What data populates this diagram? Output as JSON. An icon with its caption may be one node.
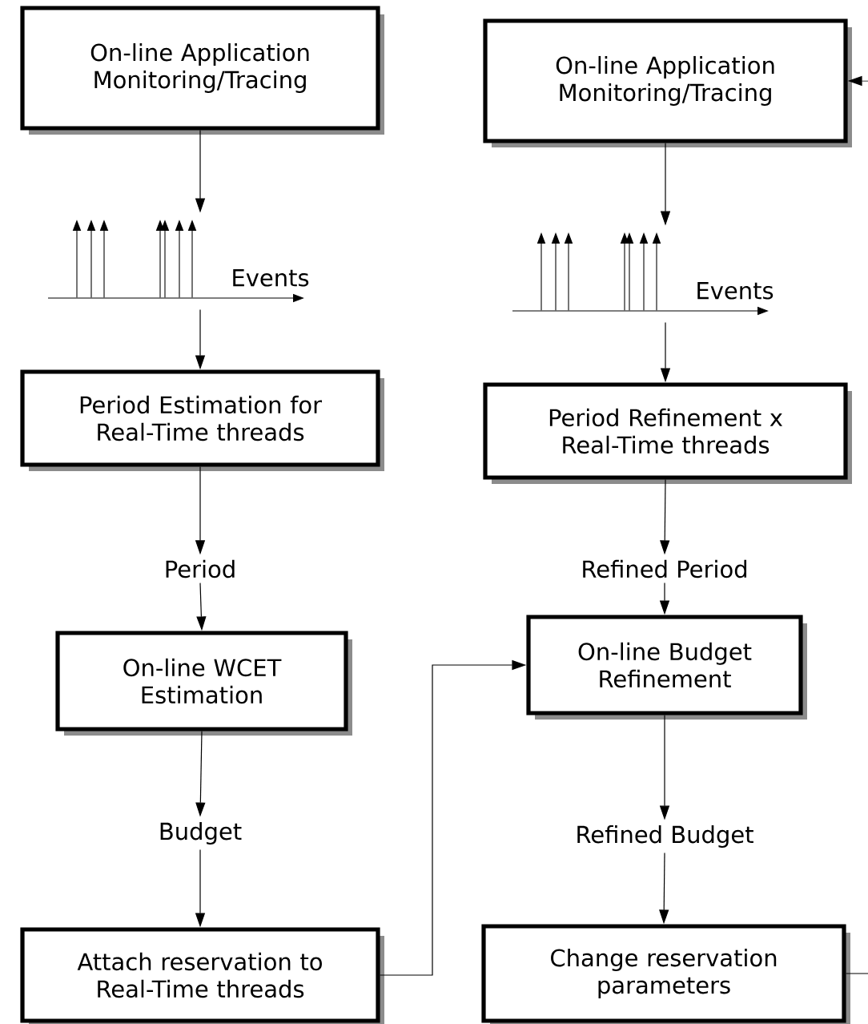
{
  "diagram": {
    "nodes": [
      {
        "text": [
          "On-line Application Monitoring/Tracing"
        ]
      },
      {
        "text": [
          "On-line Application Monitoring/Tracing"
        ]
      },
      {
        "text": [
          "Events"
        ]
      },
      {
        "text": [
          "Events"
        ]
      },
      {
        "text": [
          "Period Estimation for Real-Time threads"
        ]
      },
      {
        "text": [
          "Period Refinement x Real-Time threads"
        ]
      },
      {
        "text": [
          "Period"
        ]
      },
      {
        "text": [
          "Refined Period"
        ]
      },
      {
        "text": [
          "On-line WCET Estimation"
        ]
      },
      {
        "text": [
          "On-line Budget Refinement"
        ]
      },
      {
        "text": [
          "Budget"
        ]
      },
      {
        "text": [
          "Refined Budget"
        ]
      },
      {
        "text": [
          "Attach reservation to Real-Time threads"
        ]
      },
      {
        "text": [
          "Change reservation parameters"
        ]
      }
    ],
    "edges": [
      {
        "from": 0,
        "to": 2,
        "arrow": "to"
      },
      {
        "from": 2,
        "to": 4,
        "arrow": "to"
      },
      {
        "from": 4,
        "to": 6,
        "arrow": "to"
      },
      {
        "from": 6,
        "to": 8,
        "arrow": "to"
      },
      {
        "from": 8,
        "to": 10,
        "arrow": "to"
      },
      {
        "from": 10,
        "to": 12,
        "arrow": "to"
      },
      {
        "from": 12,
        "to": 9,
        "arrow": "to"
      },
      {
        "from": 1,
        "to": 3,
        "arrow": "to"
      },
      {
        "from": 3,
        "to": 5,
        "arrow": "to"
      },
      {
        "from": 5,
        "to": 7,
        "arrow": "to"
      },
      {
        "from": 7,
        "to": 9,
        "arrow": "to"
      },
      {
        "from": 9,
        "to": 11,
        "arrow": "to"
      },
      {
        "from": 11,
        "to": 13,
        "arrow": "to"
      },
      {
        "from": 13,
        "to": null,
        "arrow": "none"
      },
      {
        "from": null,
        "to": 1,
        "arrow": "to"
      }
    ]
  }
}
